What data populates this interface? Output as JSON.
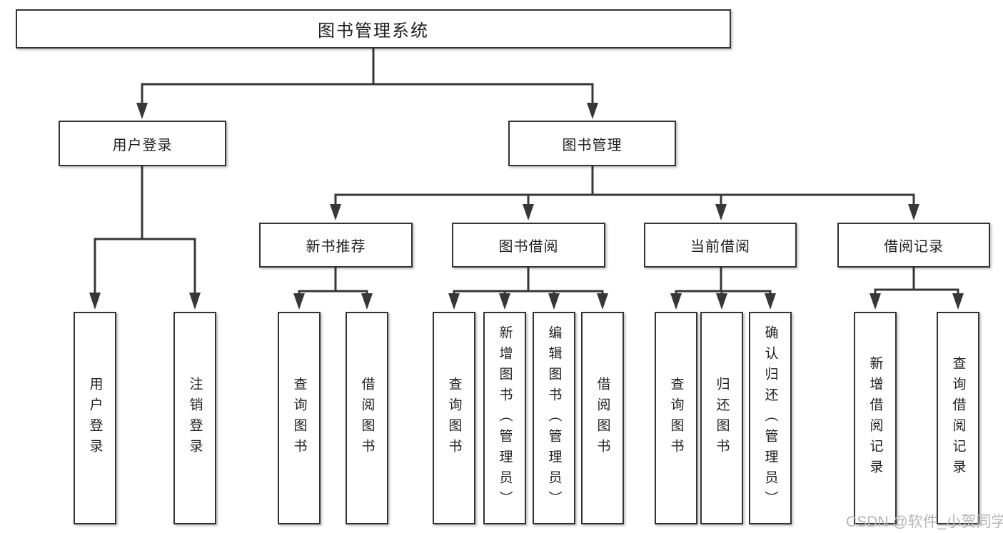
{
  "diagram": {
    "root": {
      "label": "图书管理系统"
    },
    "branches": [
      {
        "label": "用户登录",
        "children": [
          {
            "label": "用户登录"
          },
          {
            "label": "注销登录"
          }
        ]
      },
      {
        "label": "图书管理",
        "children": [
          {
            "label": "新书推荐",
            "children": [
              {
                "label": "查询图书"
              },
              {
                "label": "借阅图书"
              }
            ]
          },
          {
            "label": "图书借阅",
            "children": [
              {
                "label": "查询图书"
              },
              {
                "label": "新增图书（管理员）"
              },
              {
                "label": "编辑图书（管理员）"
              },
              {
                "label": "借阅图书"
              }
            ]
          },
          {
            "label": "当前借阅",
            "children": [
              {
                "label": "查询图书"
              },
              {
                "label": "归还图书"
              },
              {
                "label": "确认归还（管理员）"
              }
            ]
          },
          {
            "label": "借阅记录",
            "children": [
              {
                "label": "新增借阅记录"
              },
              {
                "label": "查询借阅记录"
              }
            ]
          }
        ]
      }
    ]
  },
  "watermark": {
    "text": "CSDN @软件_小贺同学"
  },
  "colors": {
    "line": "#373737",
    "box_border": "#333333",
    "text": "#1f1f1f",
    "watermark": "#b5b5b5",
    "background": "#ffffff"
  }
}
